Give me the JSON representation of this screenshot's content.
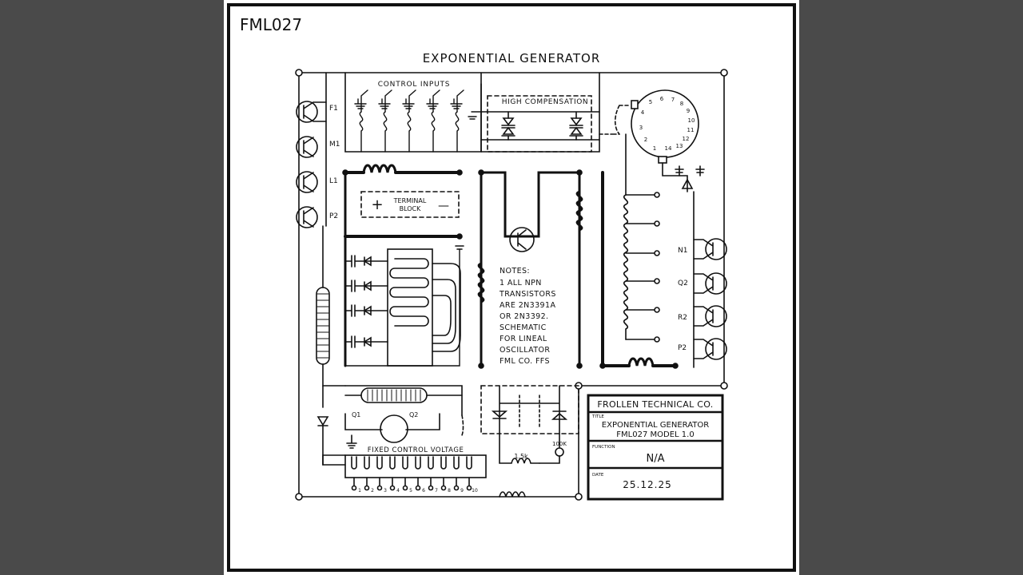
{
  "code": "FML027",
  "title": "EXPONENTIAL GENERATOR",
  "labels": {
    "control_inputs": "CONTROL INPUTS",
    "high_compensation": "HIGH COMPENSATION",
    "terminal_block": [
      "TERMINAL",
      "BLOCK"
    ],
    "terminal_plus": "+",
    "terminal_minus": "—",
    "fixed_control_voltage": "FIXED CONTROL VOLTAGE",
    "q1": "Q1",
    "q2": "Q2",
    "r_1_5k": "1.5k",
    "r_100k": "100K"
  },
  "left_transistors": [
    "F1",
    "M1",
    "L1",
    "P2"
  ],
  "right_transistors": [
    "N1",
    "Q2",
    "R2",
    "P2"
  ],
  "switch_positions": [
    "1",
    "2",
    "3",
    "4",
    "5",
    "6",
    "7",
    "8",
    "9",
    "10",
    "11",
    "12",
    "13",
    "14"
  ],
  "fixed_cv_taps": [
    "1",
    "2",
    "3",
    "4",
    "5",
    "6",
    "7",
    "8",
    "9",
    "10"
  ],
  "notes": {
    "heading": "NOTES:",
    "lines": [
      "1 ALL NPN",
      "TRANSISTORS",
      "ARE 2N3391A",
      "OR 2N3392.",
      "SCHEMATIC",
      "FOR LINEAL",
      "OSCILLATOR",
      "FML CO. FFS"
    ]
  },
  "title_block": {
    "company": "FROLLEN TECHNICAL CO.",
    "title_label": "TITLE",
    "title_line1": "EXPONENTIAL GENERATOR",
    "title_line2": "FML027 MODEL 1.0",
    "function_label": "FUNCTION",
    "function_value": "N/A",
    "date_label": "DATE",
    "date_value": "25.12.25"
  }
}
